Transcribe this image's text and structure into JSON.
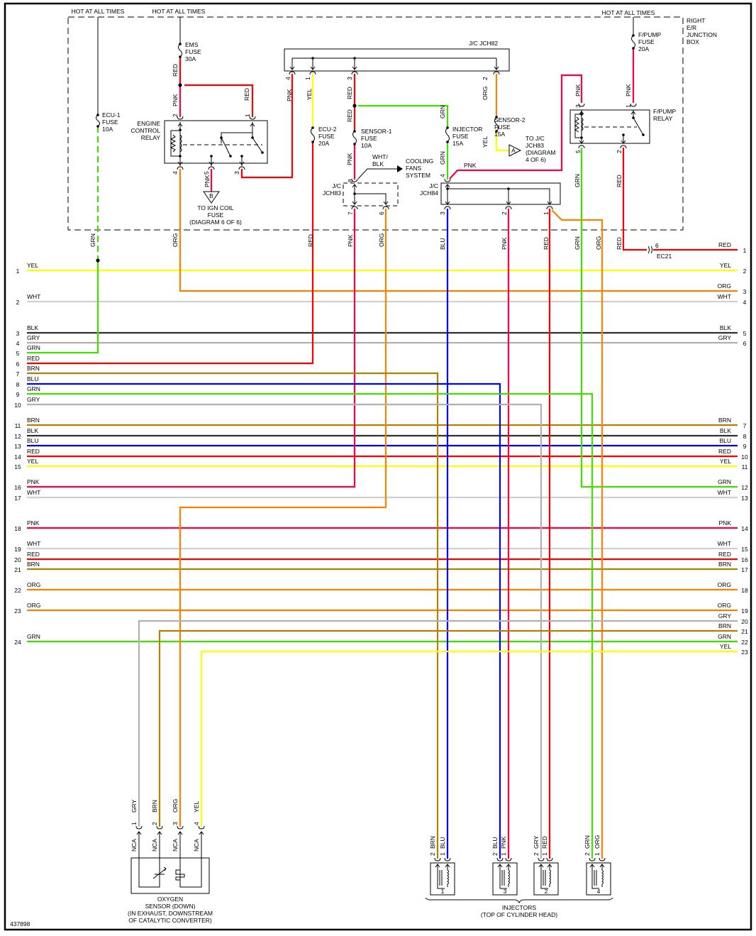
{
  "colors": {
    "RED": "#ff0000",
    "PNK": "#ff0040",
    "YEL": "#ffff00",
    "ORG": "#ff8000",
    "GRN": "#40e000",
    "BLU": "#0000ff",
    "BRN": "#b08000",
    "BLK": "#303030",
    "GRY": "#b0b0b0",
    "WHT": "#d0d0d0"
  },
  "title_labels": {
    "hot1": "HOT AT ALL TIMES",
    "hot2": "HOT AT ALL TIMES",
    "hot3": "HOT AT ALL TIMES",
    "junction_box": [
      "RIGHT",
      "E/R",
      "JUNCTION",
      "BOX"
    ],
    "figure_id": "437898"
  },
  "fuses": [
    {
      "id": "ecu1",
      "lines": [
        "ECU-1",
        "FUSE",
        "10A"
      ]
    },
    {
      "id": "ems",
      "lines": [
        "EMS",
        "FUSE",
        "30A"
      ]
    },
    {
      "id": "ecu2",
      "lines": [
        "ECU-2",
        "FUSE",
        "20A"
      ]
    },
    {
      "id": "sensor1",
      "lines": [
        "SENSOR-1",
        "FUSE",
        "10A"
      ]
    },
    {
      "id": "injector",
      "lines": [
        "INJECTOR",
        "FUSE",
        "15A"
      ]
    },
    {
      "id": "sensor2",
      "lines": [
        "SENSOR-2",
        "FUSE",
        "15A"
      ]
    },
    {
      "id": "fpump",
      "lines": [
        "F/PUMP",
        "FUSE",
        "20A"
      ]
    }
  ],
  "components": {
    "engine_relay": [
      "ENGINE",
      "CONTROL",
      "RELAY"
    ],
    "fpump_relay": [
      "F/PUMP",
      "RELAY"
    ],
    "jch82": "J/C JCH82",
    "jch83": [
      "J/C",
      "JCH83"
    ],
    "jch84": [
      "J/C",
      "JCH84"
    ],
    "ign_coil_ref": {
      "letter": "B",
      "lines": [
        "TO IGN COIL",
        "FUSE",
        "(DIAGRAM 6 OF 6)"
      ]
    },
    "jch83_ref": {
      "letter": "A",
      "lines": [
        "TO J/C",
        "JCH83",
        "(DIAGRAM",
        "4 OF 6)"
      ]
    },
    "cooling_fans": {
      "wire": [
        "WHT/",
        "BLK"
      ],
      "lines": [
        "COOLING",
        "FANS",
        "SYSTEM"
      ]
    },
    "ec21": {
      "pin": "6",
      "name": "EC21"
    },
    "oxygen_sensor": {
      "lines": [
        "OXYGEN",
        "SENSOR (DOWN)",
        "(IN EXHAUST, DOWNSTREAM",
        "OF CATALYTIC CONVERTER)"
      ],
      "pins": [
        {
          "pin": "1",
          "color": "GRY",
          "nca": "NCA"
        },
        {
          "pin": "2",
          "color": "BRN",
          "nca": "NCA"
        },
        {
          "pin": "3",
          "color": "ORG",
          "nca": "NCA"
        },
        {
          "pin": "4",
          "color": "YEL",
          "nca": "NCA"
        }
      ]
    },
    "injectors": {
      "lines": [
        "INJECTORS",
        "(TOP OF CYLINDER HEAD)"
      ],
      "units": [
        {
          "number": "1",
          "pin2": "BRN",
          "pin1": "BLU"
        },
        {
          "number": "3",
          "pin2": "BLU",
          "pin1": "PNK"
        },
        {
          "number": "2",
          "pin2": "GRY",
          "pin1": "RED"
        },
        {
          "number": "4",
          "pin2": "GRN",
          "pin1": "ORG"
        }
      ]
    }
  },
  "left_connector": [
    {
      "pin": "1",
      "color": "YEL"
    },
    {
      "pin": "2",
      "color": "WHT"
    },
    {
      "pin": "3",
      "color": "BLK"
    },
    {
      "pin": "4",
      "color": "GRY"
    },
    {
      "pin": "5",
      "color": "GRN"
    },
    {
      "pin": "6",
      "color": "RED"
    },
    {
      "pin": "7",
      "color": "BRN"
    },
    {
      "pin": "8",
      "color": "BLU"
    },
    {
      "pin": "9",
      "color": "GRN"
    },
    {
      "pin": "10",
      "color": "GRY"
    },
    {
      "pin": "11",
      "color": "BRN"
    },
    {
      "pin": "12",
      "color": "BLK"
    },
    {
      "pin": "13",
      "color": "BLU"
    },
    {
      "pin": "14",
      "color": "RED"
    },
    {
      "pin": "15",
      "color": "YEL"
    },
    {
      "pin": "16",
      "color": "PNK"
    },
    {
      "pin": "17",
      "color": "WHT"
    },
    {
      "pin": "18",
      "color": "PNK"
    },
    {
      "pin": "19",
      "color": "WHT"
    },
    {
      "pin": "20",
      "color": "RED"
    },
    {
      "pin": "21",
      "color": "BRN"
    },
    {
      "pin": "22",
      "color": "ORG"
    },
    {
      "pin": "23",
      "color": "ORG"
    },
    {
      "pin": "24",
      "color": "GRN"
    }
  ],
  "right_connector": [
    {
      "pin": "1",
      "color": "RED"
    },
    {
      "pin": "2",
      "color": "YEL"
    },
    {
      "pin": "3",
      "color": "ORG"
    },
    {
      "pin": "4",
      "color": "WHT"
    },
    {
      "pin": "5",
      "color": "BLK"
    },
    {
      "pin": "6",
      "color": "GRY"
    },
    {
      "pin": "7",
      "color": "BRN"
    },
    {
      "pin": "8",
      "color": "BLK"
    },
    {
      "pin": "9",
      "color": "BLU"
    },
    {
      "pin": "10",
      "color": "RED"
    },
    {
      "pin": "11",
      "color": "YEL"
    },
    {
      "pin": "12",
      "color": "GRN"
    },
    {
      "pin": "13",
      "color": "WHT"
    },
    {
      "pin": "14",
      "color": "PNK"
    },
    {
      "pin": "15",
      "color": "WHT"
    },
    {
      "pin": "16",
      "color": "RED"
    },
    {
      "pin": "17",
      "color": "BRN"
    },
    {
      "pin": "18",
      "color": "ORG"
    },
    {
      "pin": "19",
      "color": "ORG"
    },
    {
      "pin": "20",
      "color": "GRY"
    },
    {
      "pin": "21",
      "color": "BRN"
    },
    {
      "pin": "22",
      "color": "GRN"
    },
    {
      "pin": "23",
      "color": "YEL"
    }
  ],
  "wire_labels": {
    "ems_out": "RED",
    "ems_relay2": "PNK",
    "ems_relay1": "RED",
    "jch82_4": "PNK",
    "jch82_1": "YEL",
    "jch82_3": "RED",
    "s1_in": "RED",
    "s1_out": "PNK",
    "inj_in": "GRN",
    "inj_out": "GRN",
    "jch82_2": "ORG",
    "s2_out": "YEL",
    "jch84_pnk": "PNK",
    "fp3": "PNK",
    "fp1": "PNK",
    "fp5": "GRN",
    "fp2": "RED",
    "ign_pnk": "PNK",
    "v_grn": "GRN",
    "v_org": "ORG",
    "v_red": "RED",
    "v_pnk": "PNK",
    "v_org2": "ORG",
    "v_blu": "BLU",
    "v_pnk2": "PNK",
    "v_red2": "RED",
    "v_grn2": "GRN",
    "v_org3": "ORG",
    "v_red3": "RED"
  },
  "pin_labels": {
    "relay_2": "2",
    "relay_1": "1",
    "relay_4": "4",
    "relay_5": "5",
    "relay_3": "3",
    "jch82_4": "4",
    "jch82_1": "1",
    "jch82_3": "3",
    "jch82_2": "2",
    "jch83_8": "8",
    "jch83_7": "7",
    "jch83_6": "6",
    "jch84_4": "4",
    "jch84_3": "3",
    "jch84_2": "2",
    "jch84_1": "1",
    "fp_3": "3",
    "fp_1": "1",
    "fp_5": "5",
    "fp_2": "2"
  }
}
